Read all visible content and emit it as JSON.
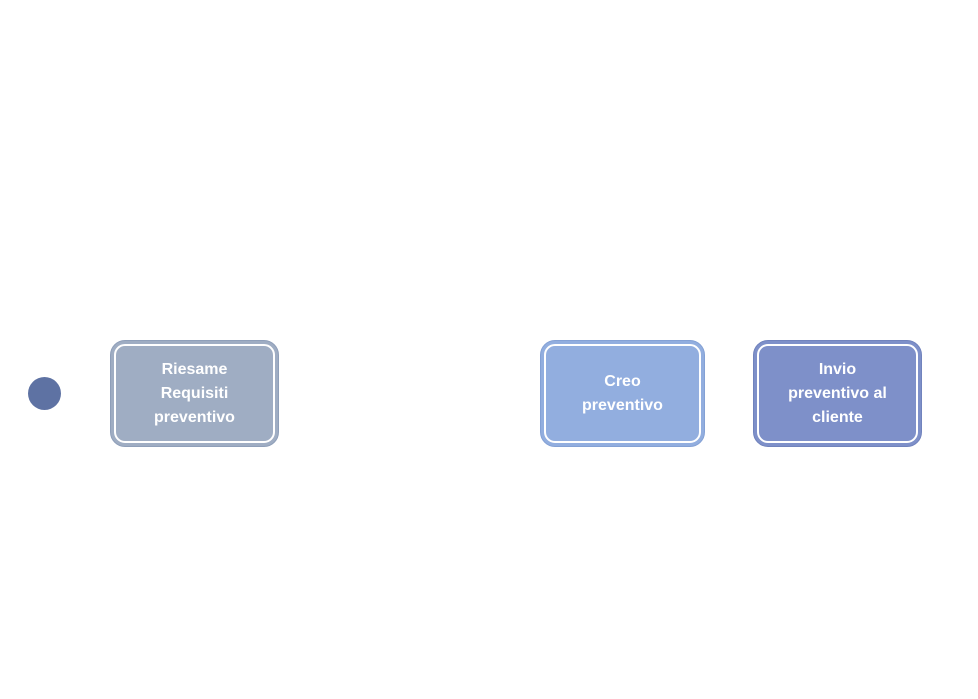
{
  "diagram": {
    "canvas_background": "#ffffff",
    "inner_ring_color": "#ffffff",
    "start_event": {
      "shape": "circle",
      "fill": "#5e72a3"
    },
    "tasks": [
      {
        "label": "Riesame Requisiti preventivo",
        "lines": [
          "Riesame",
          "Requisiti",
          "preventivo"
        ],
        "fill": "#9fadc3",
        "border": "#8f9fb9",
        "text_color": "#ffffff"
      },
      {
        "label": "Creo preventivo",
        "lines": [
          "Creo",
          "preventivo"
        ],
        "fill": "#92aedf",
        "border": "#84a1d5",
        "text_color": "#ffffff"
      },
      {
        "label": "Invio preventivo al cliente",
        "lines": [
          "Invio",
          "preventivo al",
          "cliente"
        ],
        "fill": "#7e90c9",
        "border": "#7183bd",
        "text_color": "#ffffff"
      }
    ]
  }
}
